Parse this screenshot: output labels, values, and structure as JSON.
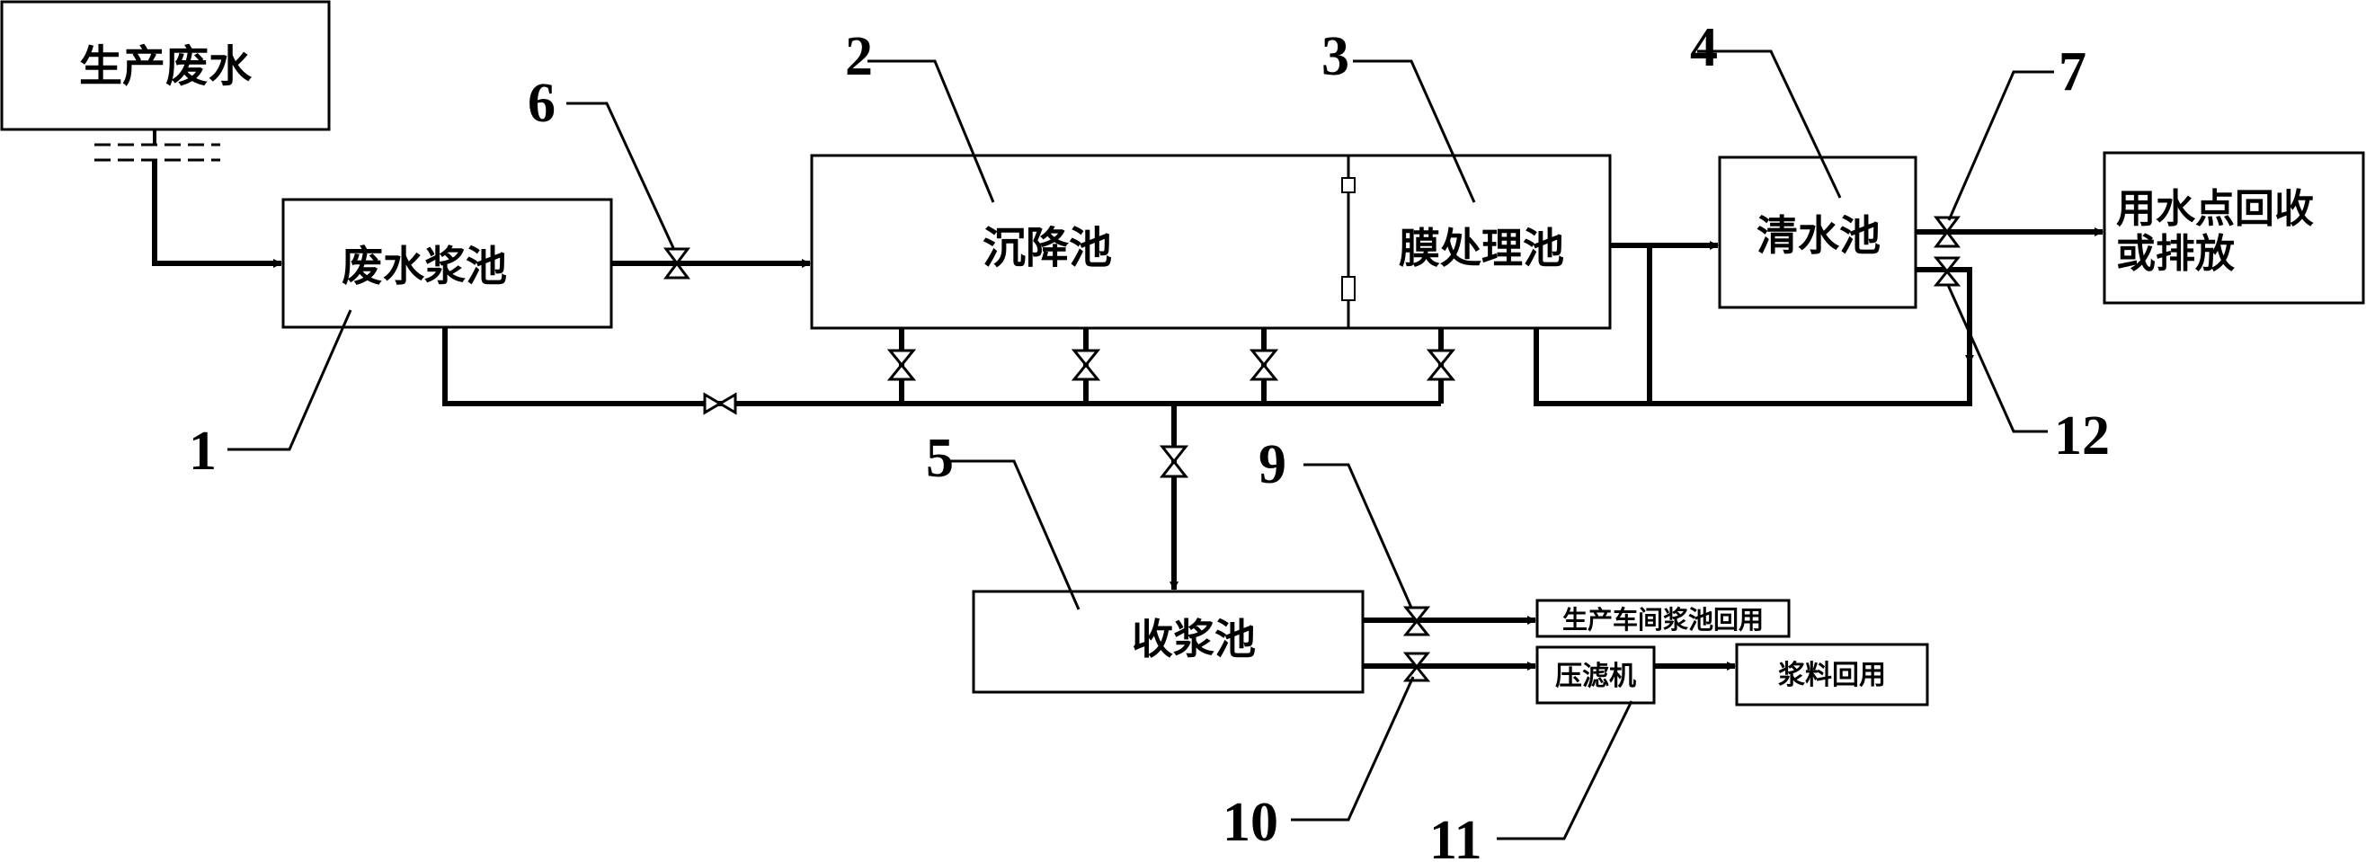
{
  "boxes": {
    "production_wastewater": "生产废水",
    "wastewater_slurry_tank": "废水浆池",
    "settling_tank": "沉降池",
    "membrane_tank": "膜处理池",
    "clear_water_tank": "清水池",
    "water_use_point": "用水点回收",
    "water_use_point_line2": "或排放",
    "slurry_collection_tank": "收浆池",
    "workshop_reuse": "生产车间浆池回用",
    "filter_press": "压滤机",
    "slurry_reuse": "浆料回用"
  },
  "callouts": {
    "c1": "1",
    "c2": "2",
    "c3": "3",
    "c4": "4",
    "c5": "5",
    "c6": "6",
    "c7": "7",
    "c9": "9",
    "c10": "10",
    "c11": "11",
    "c12": "12"
  }
}
